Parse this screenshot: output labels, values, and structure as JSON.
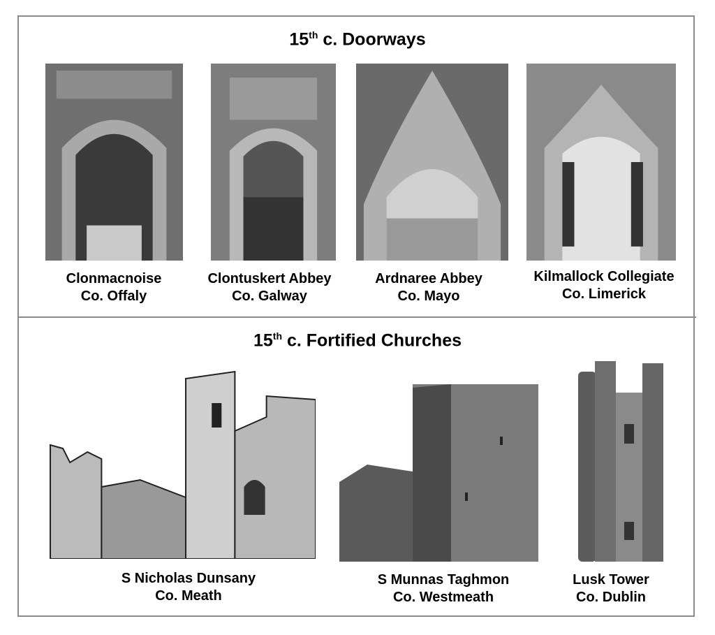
{
  "sections": [
    {
      "title_num": "15",
      "title_sup": "th",
      "title_rest": " c. Doorways",
      "items": [
        {
          "name": "Clonmacnoise",
          "county": "Co. Offaly"
        },
        {
          "name": "Clontuskert Abbey",
          "county": "Co. Galway"
        },
        {
          "name": "Ardnaree Abbey",
          "county": "Co. Mayo"
        },
        {
          "name": "Kilmallock Collegiate",
          "county": "Co. Limerick"
        }
      ]
    },
    {
      "title_num": "15",
      "title_sup": "th",
      "title_rest": " c. Fortified Churches",
      "items": [
        {
          "name": "S Nicholas Dunsany",
          "county": "Co. Meath"
        },
        {
          "name": "S Munnas Taghmon",
          "county": "Co. Westmeath"
        },
        {
          "name": "Lusk Tower",
          "county": "Co. Dublin"
        }
      ]
    }
  ]
}
